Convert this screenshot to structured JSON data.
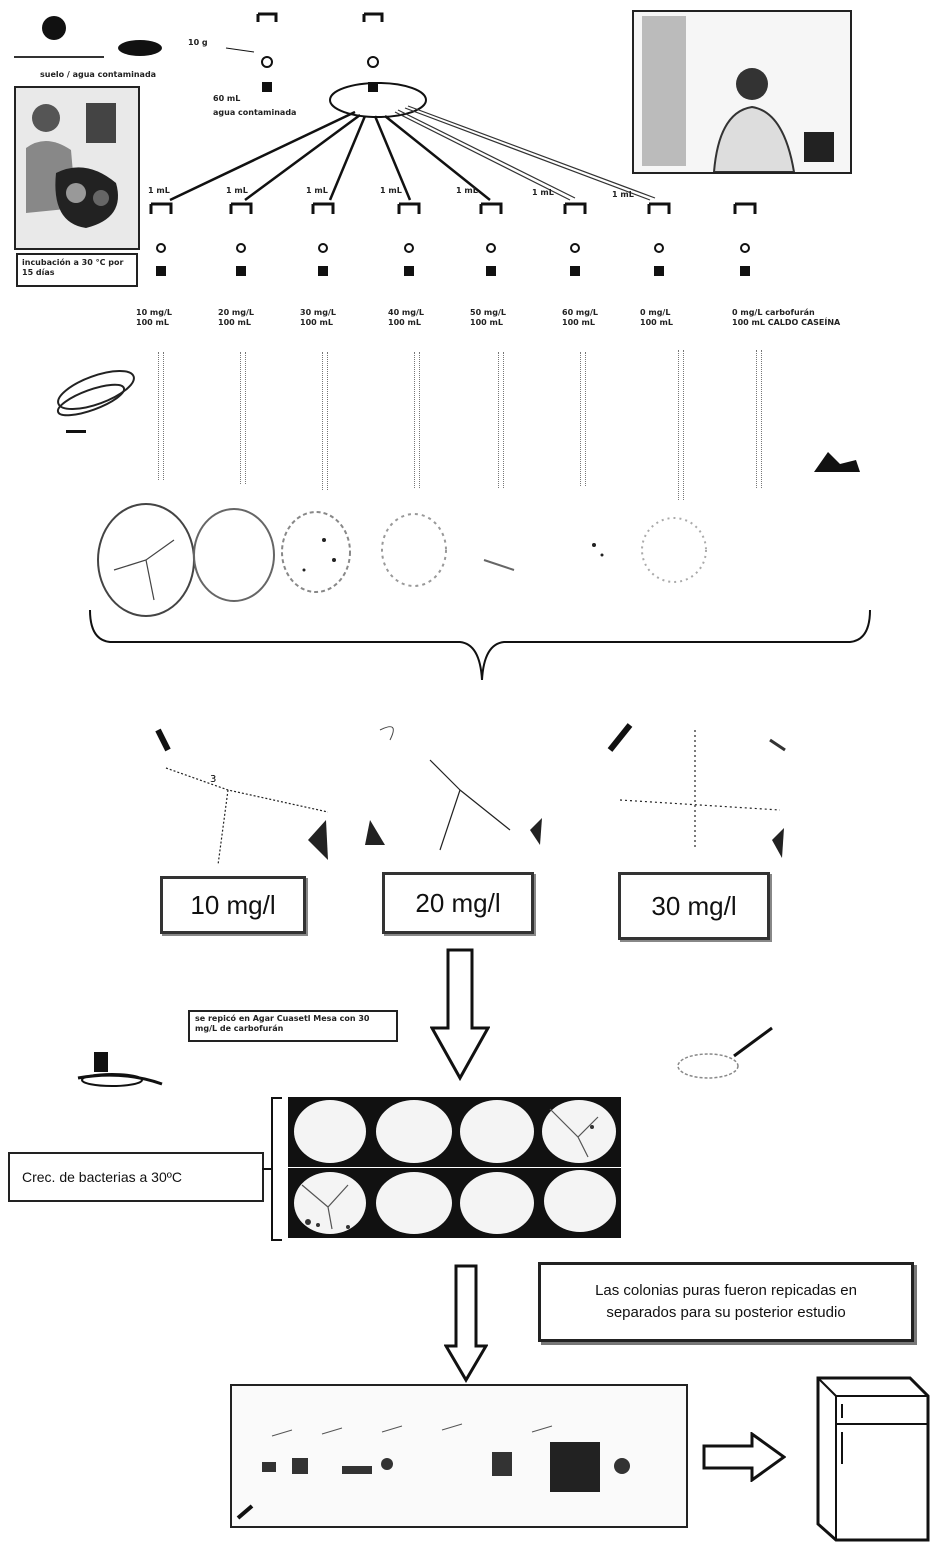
{
  "top": {
    "scale_label": "10 g",
    "tag_label": "suelo / agua contaminada",
    "caption_left": "incubación a 30 °C por 15 días",
    "stock_volume": "60 mL",
    "stock_text": "agua contaminada"
  },
  "dilutions": [
    {
      "add": "1 mL",
      "conc": "10 mg/L",
      "vol": "100 mL"
    },
    {
      "add": "1 mL",
      "conc": "20 mg/L",
      "vol": "100 mL"
    },
    {
      "add": "1 mL",
      "conc": "30 mg/L",
      "vol": "100 mL"
    },
    {
      "add": "1 mL",
      "conc": "40 mg/L",
      "vol": "100 mL"
    },
    {
      "add": "1 mL",
      "conc": "50 mg/L",
      "vol": "100 mL"
    },
    {
      "add": "1 mL",
      "conc": "60 mg/L",
      "vol": "100 mL"
    },
    {
      "add": "1 mL",
      "conc": "0 mg/L",
      "vol": "100 mL"
    },
    {
      "add": "",
      "conc": "0 mg/L carbofurán",
      "vol": "100 mL CALDO CASEÍNA"
    }
  ],
  "selected": [
    {
      "label": "10 mg/l"
    },
    {
      "label": "20 mg/l"
    },
    {
      "label": "30 mg/l"
    }
  ],
  "repique_note": "se repicó en Agar Cuasetl Mesa con 30 mg/L de carbofurán",
  "growth_label": "Crec. de bacterias a 30ºC",
  "pure_colonies_note": "Las colonias puras fueron repicadas en separados para su posterior estudio"
}
